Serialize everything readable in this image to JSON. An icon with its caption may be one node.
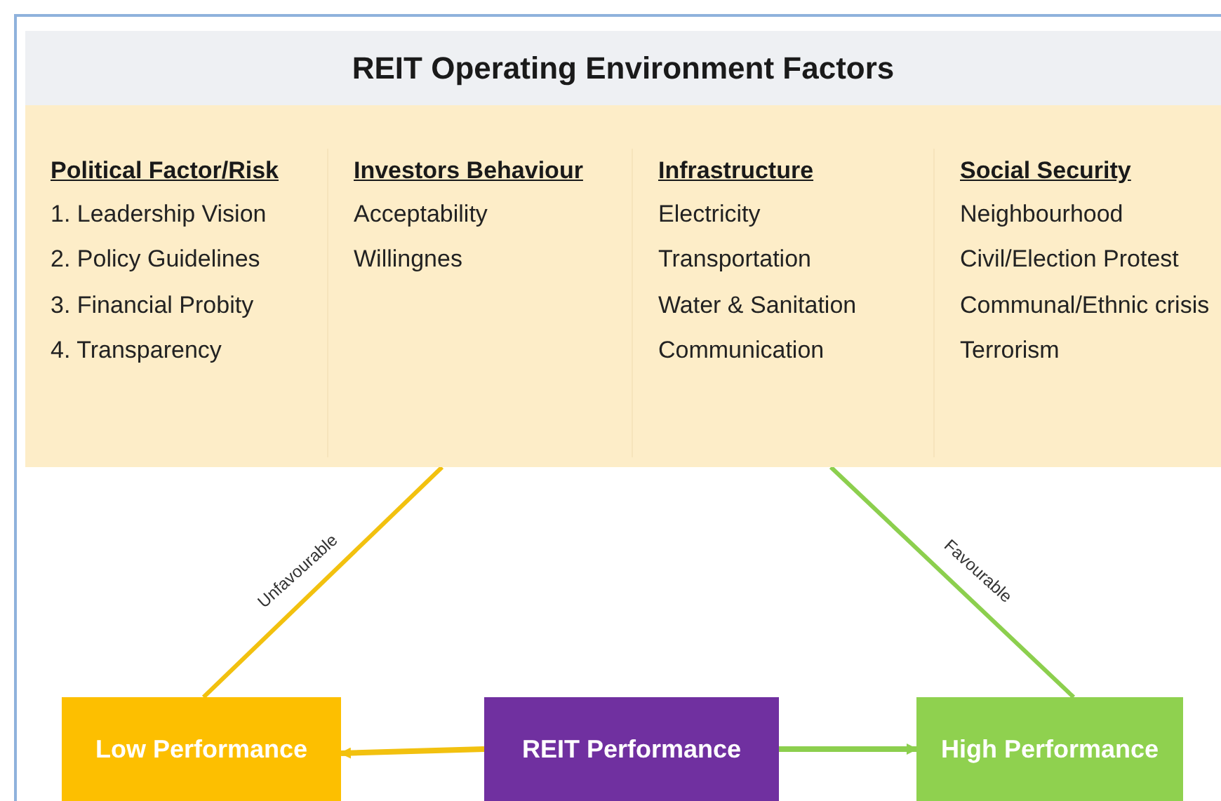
{
  "diagram": {
    "nodes": [
      {
        "text": [
          "REIT Operating Environment Factors"
        ]
      },
      {
        "text": [
          "Political Factor/Risk",
          "1. Leadership Vision",
          "2. Policy Guidelines",
          "3. Financial Probity",
          "4. Transparency"
        ],
        "in": 0
      },
      {
        "text": [
          "Investors Behaviour",
          "Acceptability",
          "Willingnes"
        ],
        "in": 0
      },
      {
        "text": [
          "Infrastructure",
          "Electricity",
          "Transportation",
          "Water & Sanitation",
          "Communication"
        ],
        "in": 0
      },
      {
        "text": [
          "Social Security",
          "Neighbourhood",
          "Civil/Election Protest",
          "Communal/Ethnic crisis",
          "Terrorism"
        ],
        "in": 0
      },
      {
        "text": [
          "Low Performance"
        ]
      },
      {
        "text": [
          "REIT Performance"
        ]
      },
      {
        "text": [
          "High Performance"
        ]
      }
    ],
    "edges": [
      {
        "from": 0,
        "to": 5,
        "arrow": "none",
        "label": "Unfavourable",
        "color": "#f2c10f"
      },
      {
        "from": 0,
        "to": 7,
        "arrow": "none",
        "label": "Favourable",
        "color": "#8ccf4e"
      },
      {
        "from": 6,
        "to": 5,
        "arrow": "to",
        "color": "#f2c10f"
      },
      {
        "from": 6,
        "to": 7,
        "arrow": "to",
        "color": "#8ccf4e"
      }
    ]
  }
}
